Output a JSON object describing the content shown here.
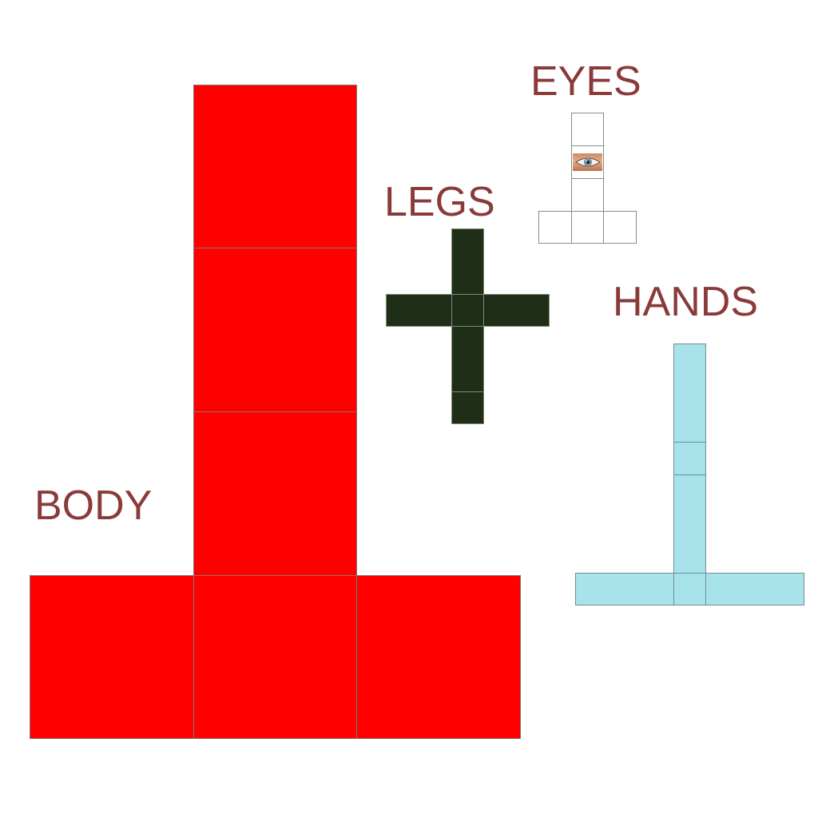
{
  "labels": {
    "body": "BODY",
    "legs": "LEGS",
    "eyes": "EYES",
    "hands": "HANDS"
  },
  "colors": {
    "label": "#8b3a3a",
    "body": "#ff0000",
    "legs": "#1f2e16",
    "hands": "#a8e2ea",
    "eyes": "#ffffff"
  },
  "icons": {
    "eye": "eye-icon"
  }
}
